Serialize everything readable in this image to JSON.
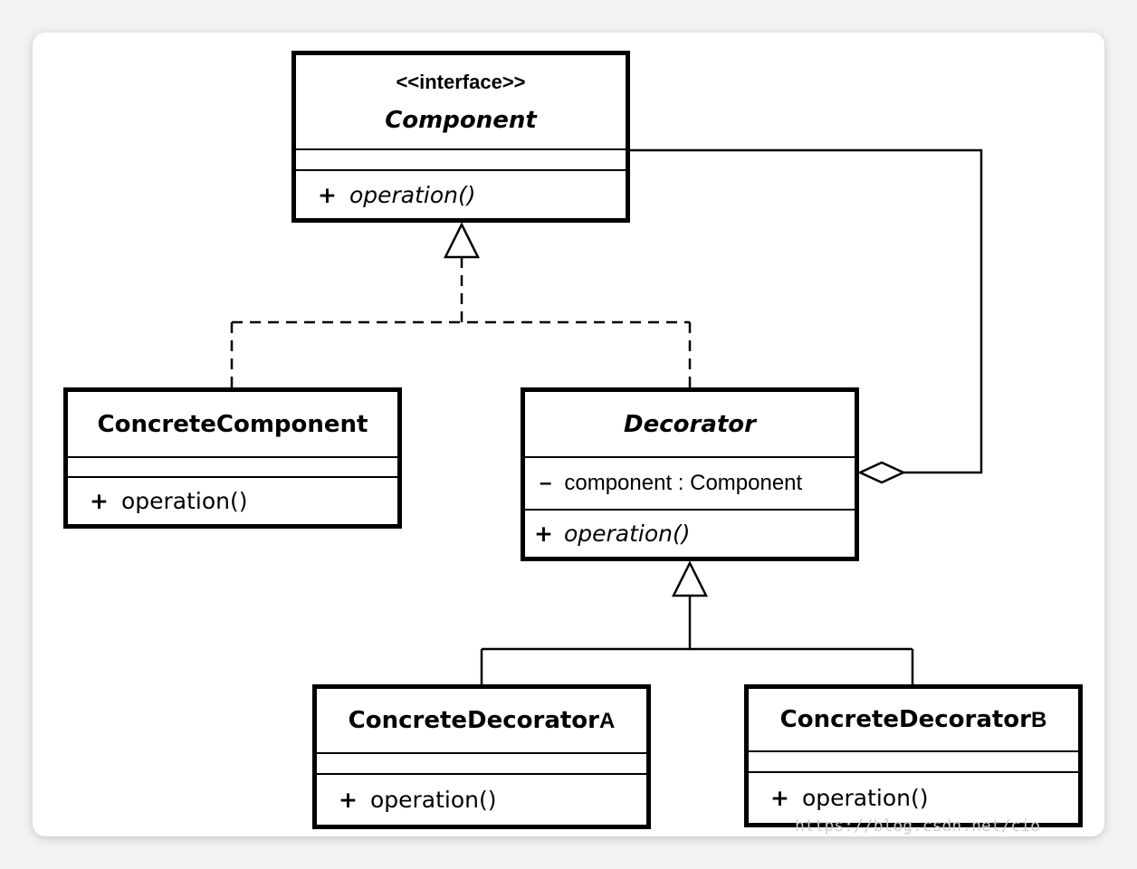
{
  "diagram": {
    "component": {
      "stereotype": "<<interface>>",
      "name": "Component",
      "method_visibility": "+",
      "method": "operation()"
    },
    "concrete_component": {
      "name": "ConcreteComponent",
      "method_visibility": "+",
      "method": "operation()"
    },
    "decorator": {
      "name": "Decorator",
      "attr_visibility": "–",
      "attr": "component : Component",
      "method_visibility": "+",
      "method": "operation()"
    },
    "concrete_decorator_a": {
      "name_main": "ConcreteDecorator",
      "name_suffix": "A",
      "method_visibility": "+",
      "method": "operation()"
    },
    "concrete_decorator_b": {
      "name_main": "ConcreteDecorator",
      "name_suffix": "B",
      "method_visibility": "+",
      "method": "operation()"
    }
  },
  "watermark": "https://blog.csdn.net/cio"
}
